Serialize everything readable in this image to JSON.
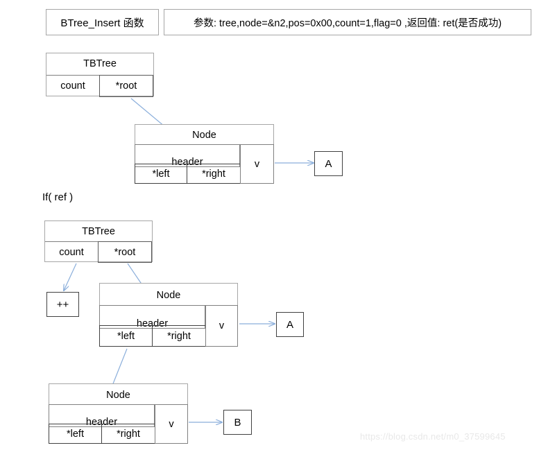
{
  "header": {
    "function_box": "BTree_Insert 函数",
    "params_box": "参数: tree,node=&n2,pos=0x00,count=1,flag=0 ,返回值: ret(是否成功)"
  },
  "labels": {
    "if_ref": "If( ref )"
  },
  "colors": {
    "arrow": "#8aaedb",
    "box_border": "#a6a6a6",
    "inner_border": "#595959",
    "text": "#000000",
    "watermark": "#e8e8e8"
  },
  "section_top": {
    "tbtree": {
      "title": "TBTree",
      "cells": [
        "count",
        "*root"
      ]
    },
    "node": {
      "title": "Node",
      "header": "header",
      "left": "*left",
      "right": "*right",
      "value_col": "v"
    },
    "target_box": "A"
  },
  "section_bottom": {
    "tbtree": {
      "title": "TBTree",
      "cells": [
        "count",
        "*root"
      ]
    },
    "increment_box": "++",
    "node_root": {
      "title": "Node",
      "header": "header",
      "left": "*left",
      "right": "*right",
      "value_col": "v"
    },
    "target_box_a": "A",
    "node_child": {
      "title": "Node",
      "header": "header",
      "left": "*left",
      "right": "*right",
      "value_col": "v"
    },
    "target_box_b": "B"
  },
  "watermark": "https://blog.csdn.net/m0_37599645"
}
